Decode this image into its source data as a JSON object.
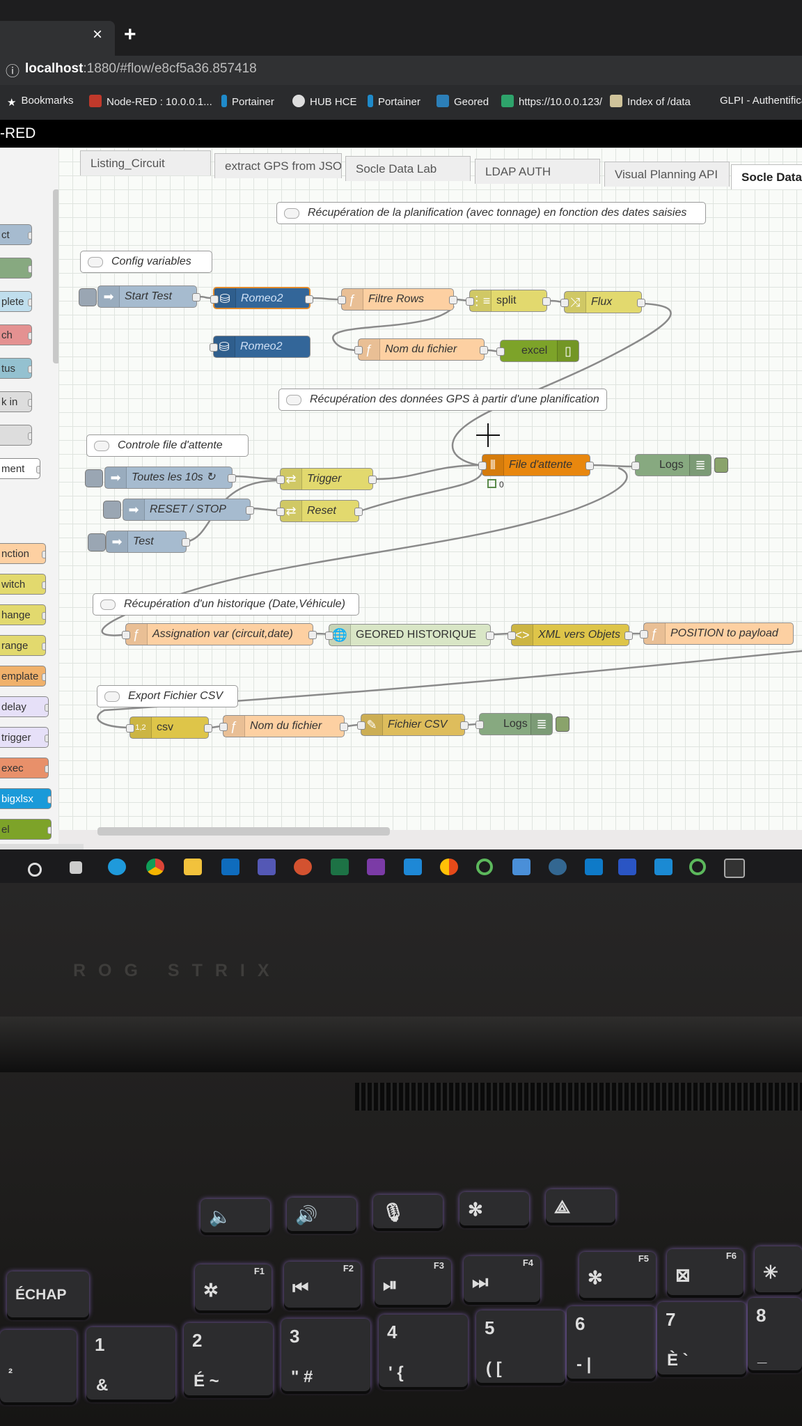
{
  "browser": {
    "tab_close": "×",
    "new_tab": "+",
    "info_icon": "ⓘ",
    "url_host": "localhost",
    "url_rest": ":1880/#flow/e8cf5a36.857418",
    "bookmarks": [
      {
        "label": "Bookmarks",
        "color": "#2a2b2d",
        "icon": "star-icon"
      },
      {
        "label": "Node-RED : 10.0.0.1...",
        "color": "#c0392b",
        "icon": "node-red-icon"
      },
      {
        "label": "Portainer",
        "color": "#1f8ac9",
        "icon": "portainer-icon"
      },
      {
        "label": "HUB HCE",
        "color": "#cccccc",
        "icon": "hub-icon"
      },
      {
        "label": "Portainer",
        "color": "#1f8ac9",
        "icon": "portainer-icon"
      },
      {
        "label": "Geored",
        "color": "#2c7fb8",
        "icon": "geored-icon"
      },
      {
        "label": "https://10.0.0.123/",
        "color": "#2ea36b",
        "icon": "site-icon"
      },
      {
        "label": "Index of /data",
        "color": "#cfc39a",
        "icon": "folder-icon"
      },
      {
        "label": "GLPI - Authentificati",
        "color": "#2a2b2d",
        "icon": "glpi-icon"
      }
    ]
  },
  "app": {
    "title": "-RED"
  },
  "palette": [
    {
      "label": "ct",
      "color": "#a6bbcf"
    },
    {
      "label": "",
      "color": "#87a980"
    },
    {
      "label": "plete",
      "color": "#c0deed"
    },
    {
      "label": "ch",
      "color": "#e49191"
    },
    {
      "label": "tus",
      "color": "#94c1d0"
    },
    {
      "label": "k in",
      "color": "#dddddd"
    },
    {
      "label": "",
      "color": "#dddddd"
    },
    {
      "label": "ment",
      "color": "#ffffff"
    },
    {
      "label": "nction",
      "color": "#fdd0a2"
    },
    {
      "label": "witch",
      "color": "#e2d96e"
    },
    {
      "label": "hange",
      "color": "#e2d96e"
    },
    {
      "label": "range",
      "color": "#e2d96e"
    },
    {
      "label": "emplate",
      "color": "#f0b16b"
    },
    {
      "label": "delay",
      "color": "#e6e0f8"
    },
    {
      "label": "trigger",
      "color": "#e6e0f8"
    },
    {
      "label": "exec",
      "color": "#e8906a"
    },
    {
      "label": "bigxlsx",
      "color": "#1a9ad9"
    },
    {
      "label": "el",
      "color": "#7da329"
    }
  ],
  "flow_tabs": [
    {
      "label": "Listing_Circuit"
    },
    {
      "label": "extract GPS from JSON"
    },
    {
      "label": "Socle Data Lab"
    },
    {
      "label": "LDAP AUTH"
    },
    {
      "label": "Visual Planning API"
    },
    {
      "label": "Socle Data"
    }
  ],
  "comments": {
    "c1": "Récupération de la planification (avec tonnage) en fonction des dates saisies",
    "c2": "Config variables",
    "c3": "Récupération des données GPS à partir d'une planification",
    "c4": "Controle file d'attente",
    "c5": "Récupération d'un historique (Date,Véhicule)",
    "c6": "Export Fichier CSV"
  },
  "nodes": {
    "start_test": "Start Test",
    "romeo2_a": "Romeo2",
    "filtre_rows": "Filtre Rows",
    "split": "split",
    "flux": "Flux",
    "romeo2_b": "Romeo2",
    "nom_fichier_a": "Nom du fichier",
    "excel": "excel",
    "toutes_10s": "Toutes les 10s ↻",
    "trigger": "Trigger",
    "file_attente": "File d'attente",
    "logs_a": "Logs",
    "reset_stop": "RESET / STOP",
    "reset": "Reset",
    "test": "Test",
    "assignation": "Assignation var (circuit,date)",
    "geored": "GEORED HISTORIQUE",
    "xml": "XML vers Objets",
    "position": "POSITION to payload",
    "csv": "csv",
    "nom_fichier_b": "Nom du fichier",
    "fichier_csv": "Fichier CSV",
    "logs_b": "Logs"
  },
  "queue_status": "0",
  "laptop": {
    "brand": "ROG STRIX",
    "keys": [
      {
        "main": "ÉCHAP",
        "sub": "",
        "shift": ""
      },
      {
        "main": "1",
        "sub": "",
        "shift": "&"
      },
      {
        "main": "2",
        "sub": "",
        "shift": "É ~"
      },
      {
        "main": "3",
        "sub": "",
        "shift": "\" #"
      },
      {
        "main": "4",
        "sub": "",
        "shift": "' {"
      },
      {
        "main": "5",
        "sub": "",
        "shift": "( ["
      },
      {
        "main": "6",
        "sub": "",
        "shift": "- |"
      },
      {
        "main": "7",
        "sub": "",
        "shift": "È `"
      },
      {
        "main": "8",
        "sub": "",
        "shift": "_"
      },
      {
        "main": "F1",
        "sub": "F1",
        "shift": ""
      },
      {
        "main": "F2",
        "sub": "F2",
        "shift": ""
      },
      {
        "main": "F3",
        "sub": "F3",
        "shift": ""
      },
      {
        "main": "F4",
        "sub": "F4",
        "shift": ""
      },
      {
        "main": "F5",
        "sub": "F5",
        "shift": ""
      },
      {
        "main": "F6",
        "sub": "F6",
        "shift": ""
      }
    ]
  }
}
